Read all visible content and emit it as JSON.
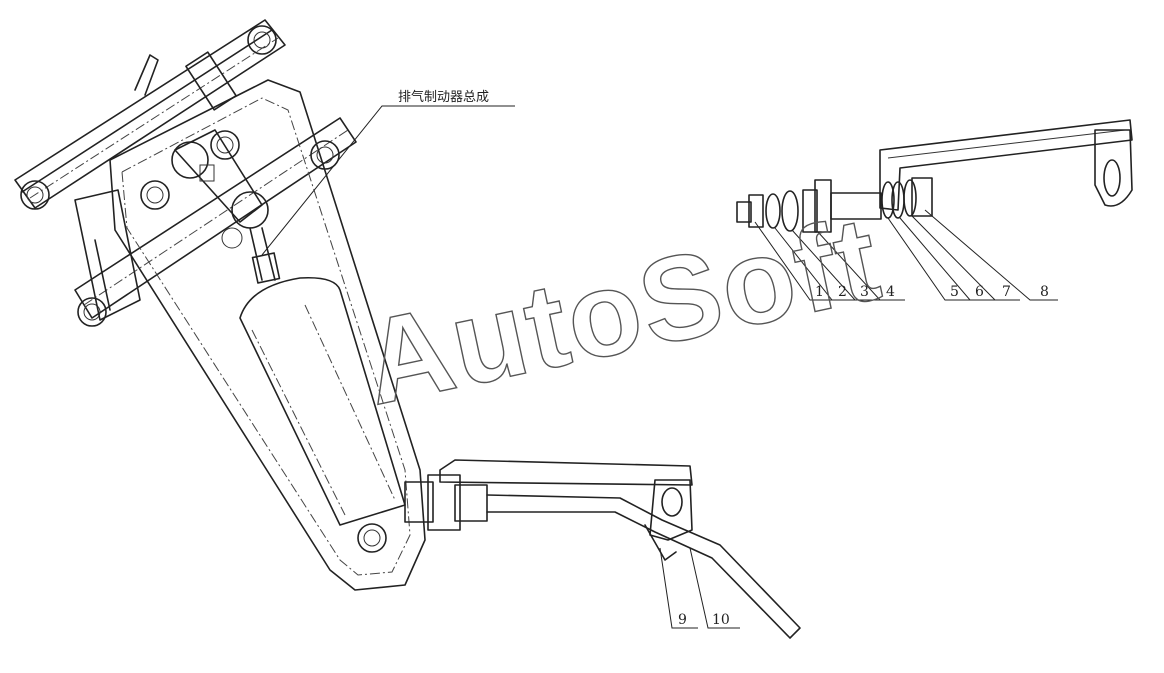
{
  "diagram": {
    "assembly_label": "排气制动器总成",
    "watermark": "AutoSoft",
    "callouts": [
      {
        "id": "c1",
        "label": "1"
      },
      {
        "id": "c2",
        "label": "2"
      },
      {
        "id": "c3",
        "label": "3"
      },
      {
        "id": "c4",
        "label": "4"
      },
      {
        "id": "c5",
        "label": "5"
      },
      {
        "id": "c6",
        "label": "6"
      },
      {
        "id": "c7",
        "label": "7"
      },
      {
        "id": "c8",
        "label": "8"
      },
      {
        "id": "c9",
        "label": "9"
      },
      {
        "id": "c10",
        "label": "10"
      }
    ]
  }
}
